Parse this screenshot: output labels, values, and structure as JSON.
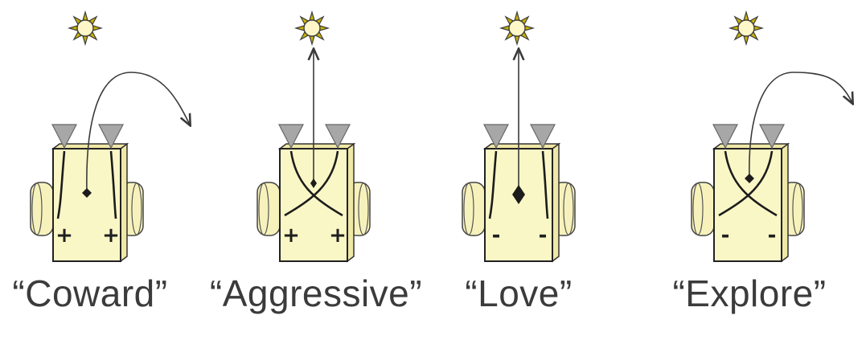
{
  "vehicles": [
    {
      "label": "“Coward”",
      "signs": [
        "+",
        "+"
      ],
      "wiring": "straight",
      "trajectory": "away"
    },
    {
      "label": "“Aggressive”",
      "signs": [
        "+",
        "+"
      ],
      "wiring": "crossed",
      "trajectory": "toward"
    },
    {
      "label": "“Love”",
      "signs": [
        "-",
        "-"
      ],
      "wiring": "straight",
      "trajectory": "toward"
    },
    {
      "label": "“Explore”",
      "signs": [
        "-",
        "-"
      ],
      "wiring": "crossed",
      "trajectory": "away"
    }
  ],
  "colors": {
    "body": "#faf7c6",
    "sensor": "#a7a7a7",
    "sun": "#c9b400",
    "text": "#3b3b3b"
  },
  "icons": {
    "light_source": "sun-icon",
    "sensor": "sensor-triangle-icon",
    "wheel": "wheel-icon"
  }
}
